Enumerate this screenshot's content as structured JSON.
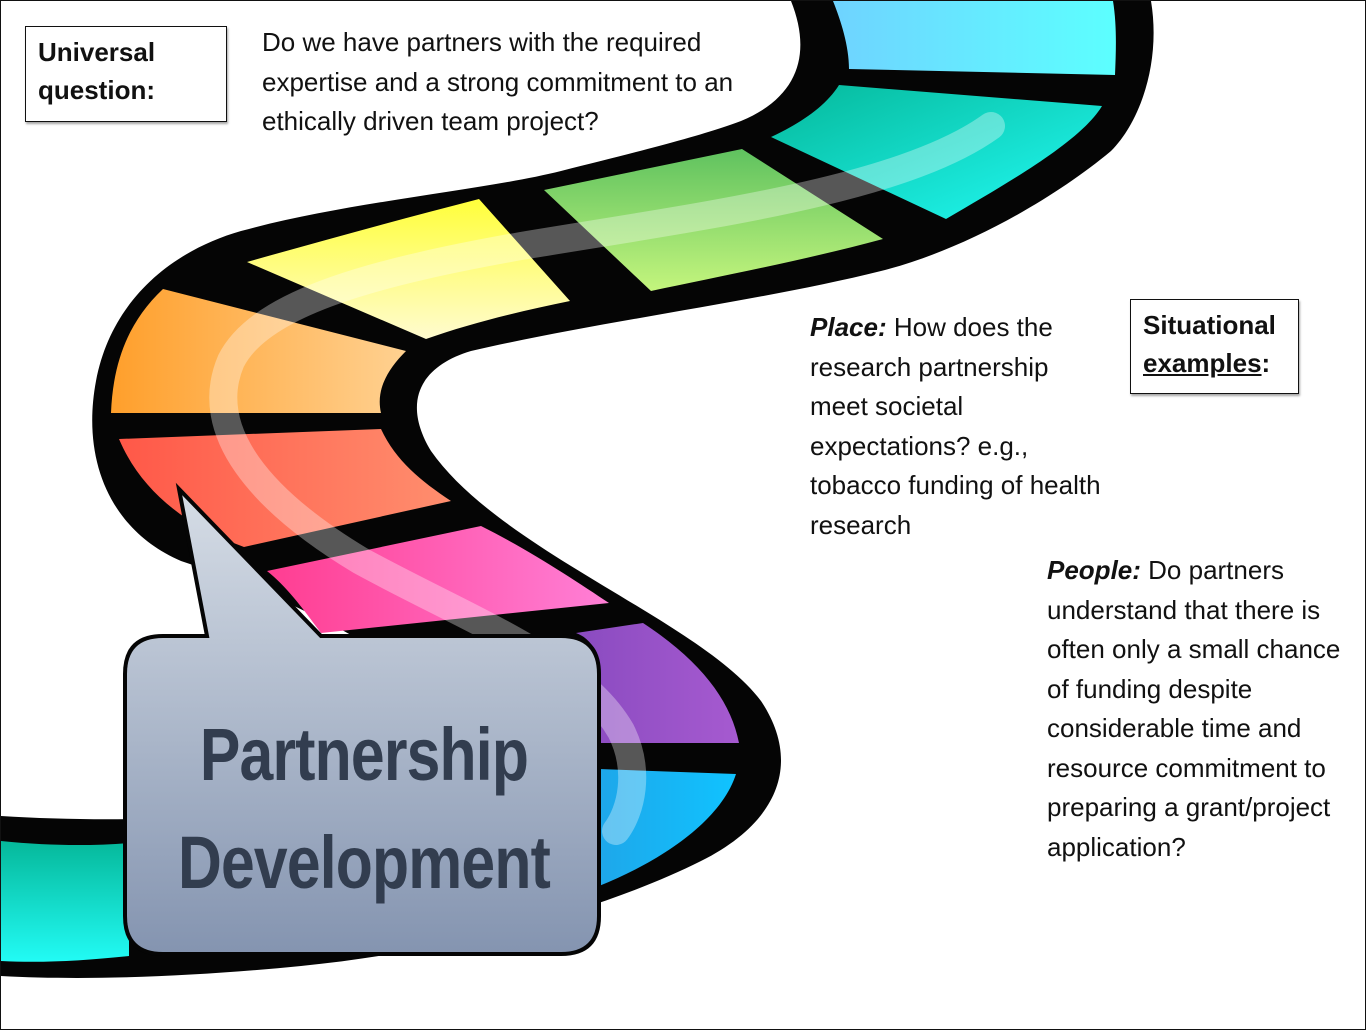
{
  "universal": {
    "label": "Universal question:",
    "question": "Do we have partners with the required expertise and a strong commitment to an ethically driven team project?"
  },
  "situational": {
    "label_word1": "Situational",
    "label_word2": "examples",
    "label_colon": ":"
  },
  "place": {
    "lead": "Place:",
    "text": " How does the research partnership meet societal expectations? e.g., tobacco funding of health research"
  },
  "people": {
    "lead": "People:",
    "text": " Do partners understand that there is often only a small chance of funding despite considerable time and resource commitment to preparing a grant/project application?"
  },
  "bubble": {
    "line1": "Partnership",
    "line2": "Development"
  },
  "road": {
    "segments": [
      {
        "name": "cyan-top",
        "color": "#5ee6ff"
      },
      {
        "name": "teal",
        "color": "#1ee3e0"
      },
      {
        "name": "green",
        "color": "#8fd96b"
      },
      {
        "name": "yellow",
        "color": "#fff26a"
      },
      {
        "name": "orange",
        "color": "#ffb24d"
      },
      {
        "name": "red",
        "color": "#ff6f5a"
      },
      {
        "name": "pink",
        "color": "#ff6bbd"
      },
      {
        "name": "purple",
        "color": "#9a58c9"
      },
      {
        "name": "blue",
        "color": "#18b4f5"
      },
      {
        "name": "teal-bottom",
        "color": "#15d8cf"
      }
    ],
    "outline_color": "#050505"
  }
}
